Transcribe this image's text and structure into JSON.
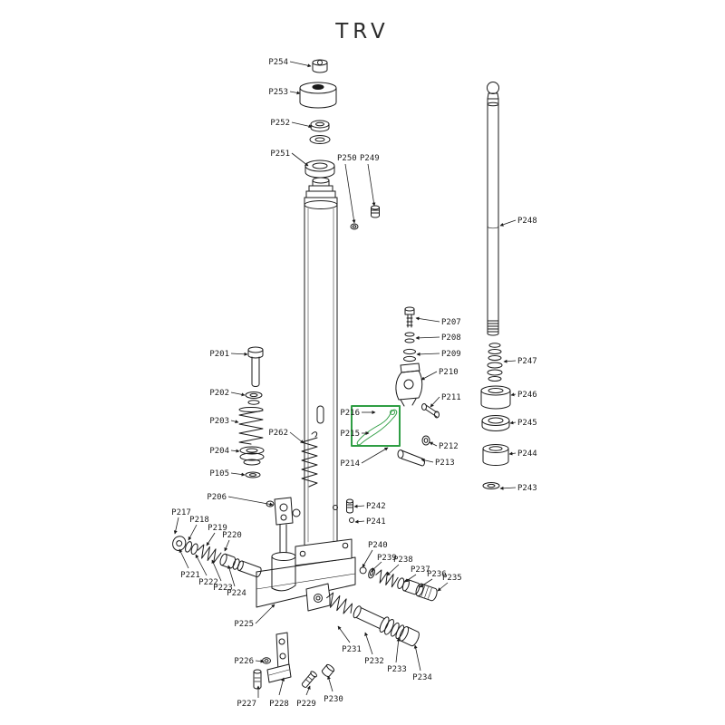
{
  "title": "TRV",
  "highlight": {
    "selected_part": "P215",
    "color": "#2f9e44"
  },
  "line_color": "#1a1a1a",
  "background": "#ffffff",
  "parts": [
    "P254",
    "P253",
    "P252",
    "P251",
    "P250",
    "P249",
    "P248",
    "P247",
    "P246",
    "P245",
    "P244",
    "P243",
    "P207",
    "P208",
    "P209",
    "P210",
    "P211",
    "P212",
    "P213",
    "P216",
    "P215",
    "P214",
    "P201",
    "P202",
    "P203",
    "P262",
    "P204",
    "P105",
    "P206",
    "P217",
    "P218",
    "P219",
    "P220",
    "P221",
    "P222",
    "P223",
    "P224",
    "P225",
    "P226",
    "P227",
    "P228",
    "P229",
    "P230",
    "P231",
    "P232",
    "P233",
    "P234",
    "P240",
    "P239",
    "P238",
    "P237",
    "P236",
    "P235",
    "P242",
    "P241"
  ]
}
